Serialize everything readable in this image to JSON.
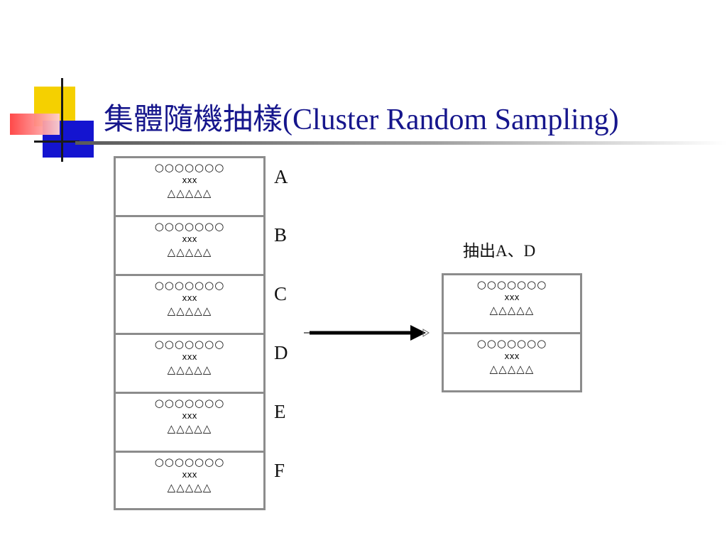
{
  "title": {
    "chinese": "集體隨機抽樣",
    "english": "(Cluster Random Sampling)"
  },
  "population": {
    "clusters": [
      {
        "label": "A",
        "line1": "○○○○○○○",
        "line2": "xxx",
        "line3": "△△△△△"
      },
      {
        "label": "B",
        "line1": "○○○○○○○",
        "line2": "xxx",
        "line3": "△△△△△"
      },
      {
        "label": "C",
        "line1": "○○○○○○○",
        "line2": "xxx",
        "line3": "△△△△△"
      },
      {
        "label": "D",
        "line1": "○○○○○○○",
        "line2": "xxx",
        "line3": "△△△△△"
      },
      {
        "label": "E",
        "line1": "○○○○○○○",
        "line2": "xxx",
        "line3": "△△△△△"
      },
      {
        "label": "F",
        "line1": "○○○○○○○",
        "line2": "xxx",
        "line3": "△△△△△"
      }
    ]
  },
  "selection": {
    "label": "抽出A、D",
    "clusters": [
      {
        "line1": "○○○○○○○",
        "line2": "xxx",
        "line3": "△△△△△"
      },
      {
        "line1": "○○○○○○○",
        "line2": "xxx",
        "line3": "△△△△△"
      }
    ]
  },
  "colors": {
    "title": "#16168c",
    "box_border": "#8c8c8c",
    "accent_yellow": "#f5d000",
    "accent_blue": "#1414d0",
    "accent_red": "#ff4040"
  }
}
